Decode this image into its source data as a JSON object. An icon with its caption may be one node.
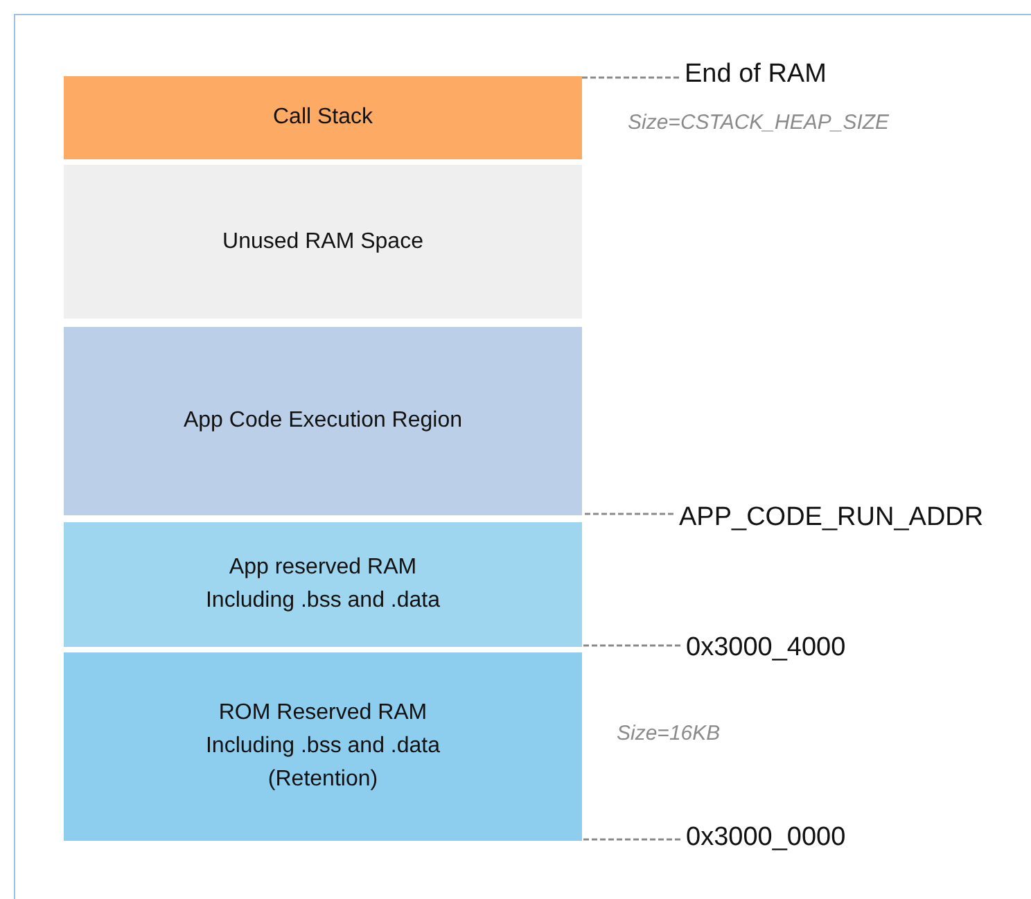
{
  "diagram": {
    "nodes": [
      {
        "text": [
          "Call Stack"
        ]
      },
      {
        "text": [
          "Unused RAM Space"
        ]
      },
      {
        "text": [
          "App Code Execution Region"
        ]
      },
      {
        "text": [
          "App reserved RAM",
          "Including .bss and .data"
        ]
      },
      {
        "text": [
          "ROM Reserved RAM",
          "Including .bss and .data",
          "(Retention)"
        ]
      },
      {
        "text": [
          "End of RAM"
        ]
      },
      {
        "text": [
          "APP_CODE_RUN_ADDR"
        ]
      },
      {
        "text": [
          "0x3000_4000"
        ]
      },
      {
        "text": [
          "0x3000_0000"
        ]
      }
    ],
    "edges": [
      {
        "from": 5,
        "to": 0,
        "arrow": "none",
        "style": "dashed"
      },
      {
        "from": 6,
        "to": 2,
        "arrow": "none",
        "style": "dashed"
      },
      {
        "from": 7,
        "to": 3,
        "arrow": "none",
        "style": "dashed"
      },
      {
        "from": 8,
        "to": 4,
        "arrow": "none",
        "style": "dashed"
      }
    ],
    "labels": [
      "Size=CSTACK_HEAP_SIZE",
      "Size=16KB"
    ]
  }
}
